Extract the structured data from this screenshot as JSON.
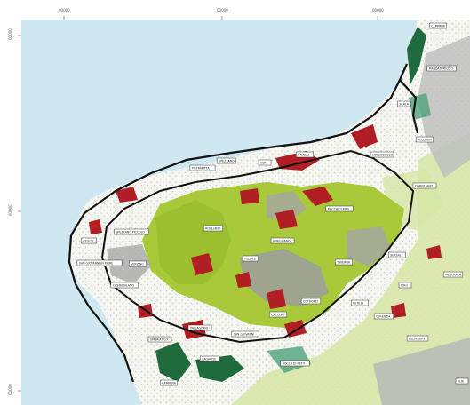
{
  "map": {
    "colors": {
      "sea": "#cfe7f1",
      "frame": "#ffffff",
      "land_base": "#f1f2ea",
      "bright_green": "#a8c93a",
      "pale_green": "#d6e6a6",
      "grey": "#a9a9a9",
      "dark_green": "#1f6b3e",
      "red": "#b11e23",
      "teal": "#4fa27c",
      "boundary": "#111111",
      "dots": "#c8c8c8"
    },
    "frame_ticks": {
      "top": [
        "00000",
        "00000",
        "00000"
      ],
      "left": [
        "00000",
        "00000",
        "00000"
      ]
    },
    "place_labels": [
      "CAMPANA",
      "MANDATORICCIO",
      "SCALA",
      "ROSSANO",
      "CORIGLIANO",
      "LONGOBUCCO",
      "BOCCHIGLIERO",
      "SAVELLI",
      "ACRI",
      "SPEZZANO",
      "PIETRAFITTA",
      "CELICO",
      "SPEZZANO PICCOLO",
      "ROGLIANO",
      "APRIGLIANO",
      "PEDACE",
      "TAVERNA",
      "SERSALE",
      "CIRO",
      "PETILIA",
      "COTRONEI",
      "CACCURI",
      "SAN GIOVANNI",
      "PALLAGORIO",
      "UMBRIATICO",
      "VERZINO",
      "SAN GIOVANNI IN FIORE",
      "CASTELSILANO",
      "CERENZIA",
      "BELVEDERE",
      "MESORACA",
      "ALBI",
      "ZAGARISE",
      "ROCCA DI NETO",
      "CAMPANA"
    ]
  }
}
